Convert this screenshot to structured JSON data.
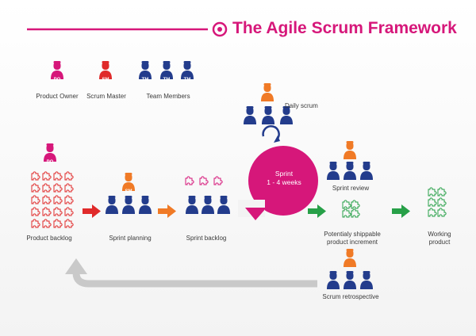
{
  "title": "The Agile Scrum Framework",
  "roles": {
    "product_owner": "Product Owner",
    "scrum_master": "Scrum Master",
    "team_members": "Team Members"
  },
  "badges": {
    "po": "PO",
    "sm": "SM",
    "tm": "TM"
  },
  "labels": {
    "daily_scrum": "Daily scrum",
    "sprint_line1": "Sprint",
    "sprint_line2": "1 - 4 weeks",
    "sprint_review": "Sprint review",
    "product_backlog": "Product backlog",
    "sprint_planning": "Sprint planning",
    "sprint_backlog": "Sprint backlog",
    "increment_line1": "Potentialy shippable",
    "increment_line2": "product increment",
    "working_line1": "Working",
    "working_line2": "product",
    "retrospective": "Scrum retrospective"
  },
  "colors": {
    "magenta": "#d6177a",
    "orange": "#f07a26",
    "navy": "#233c8c",
    "red": "#e02a2a",
    "green": "#27a048",
    "gray": "#c9c9c9"
  },
  "icons": [
    "person-icon",
    "puzzle-icon",
    "cycle-arrow-icon",
    "arrow-right-icon"
  ]
}
